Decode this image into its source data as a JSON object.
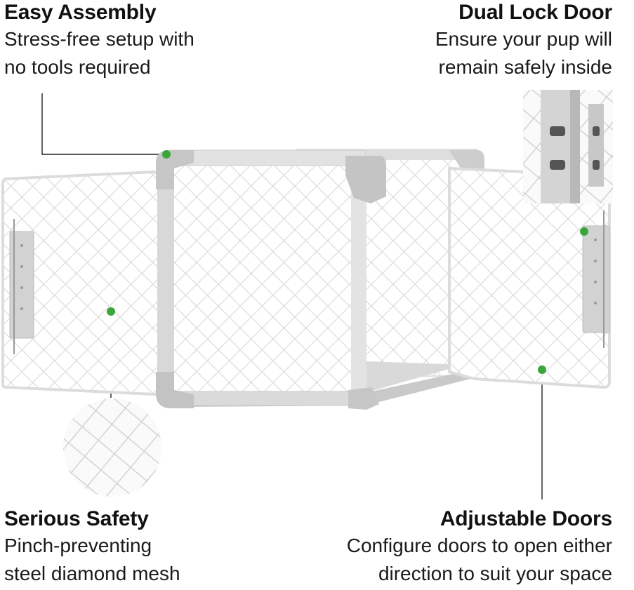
{
  "callouts": {
    "easy_assembly": {
      "title": "Easy Assembly",
      "line1": "Stress-free setup with",
      "line2": "no tools required"
    },
    "dual_lock": {
      "title": "Dual Lock Door",
      "line1": "Ensure your pup will",
      "line2": "remain safely inside"
    },
    "serious_safety": {
      "title": "Serious Safety",
      "line1": "Pinch-preventing",
      "line2": "steel diamond mesh"
    },
    "adjustable_doors": {
      "title": "Adjustable Doors",
      "line1": "Configure doors to open either",
      "line2": "direction to suit your space"
    }
  },
  "colors": {
    "accent_dot": "#3aa53a",
    "frame": "#d6d6d6",
    "frame_dark": "#bdbdbd",
    "mesh": "#e0e0e0",
    "leader_line": "#222222"
  },
  "image": {
    "subject": "foldable dog crate with two open doors",
    "icons": [
      "hotspot-dot-icon",
      "mesh-zoom-icon",
      "lock-zoom-icon"
    ]
  }
}
